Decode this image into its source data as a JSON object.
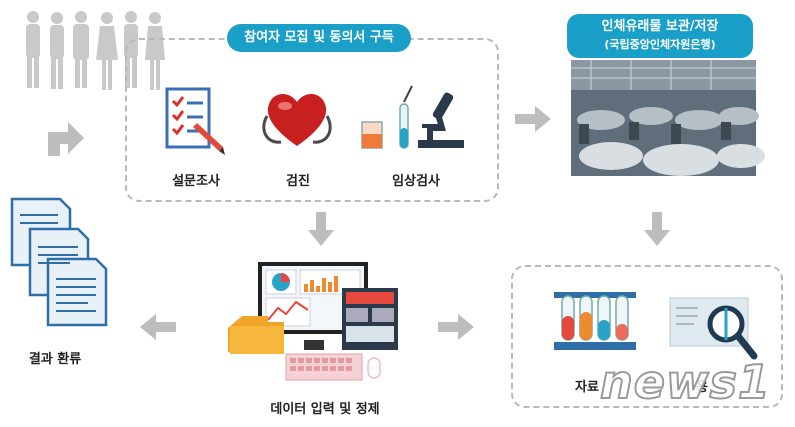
{
  "enrollment": {
    "title": "참여자 모집 및 동의서 구득",
    "items": [
      {
        "label": "설문조사",
        "icon": "survey-checklist-icon"
      },
      {
        "label": "검진",
        "icon": "heart-stethoscope-icon"
      },
      {
        "label": "임상검사",
        "icon": "lab-microscope-icon"
      }
    ]
  },
  "biobank": {
    "title": "인체유래물 보관/저장",
    "subtitle": "(국립중앙인체자원은행)"
  },
  "data_entry": {
    "label": "데이터 입력 및 정제",
    "icon": "computer-data-icon"
  },
  "results": {
    "label": "결과 환류",
    "icon": "documents-icon"
  },
  "utilization": {
    "label_visible": "자료",
    "label_tail": "용",
    "icon_left": "test-tubes-icon",
    "icon_right": "magnifier-document-icon"
  },
  "watermark": {
    "text": "news1"
  },
  "colors": {
    "accent": "#1aa0c8",
    "arrow": "#bdbdbd",
    "dash": "#b9b9b9"
  }
}
